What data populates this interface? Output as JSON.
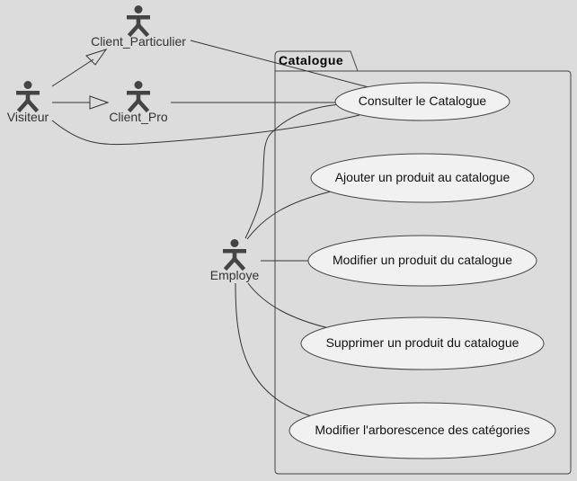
{
  "package": {
    "name": "Catalogue"
  },
  "actors": {
    "visiteur": "Visiteur",
    "client_particulier": "Client_Particulier",
    "client_pro": "Client_Pro",
    "employe": "Employe"
  },
  "usecases": {
    "consulter": "Consulter le Catalogue",
    "ajouter": "Ajouter un produit au catalogue",
    "modifier": "Modifier un produit du catalogue",
    "supprimer": "Supprimer un produit du catalogue",
    "arborescence": "Modifier l'arborescence des catégories"
  },
  "colors": {
    "background": "#dcdcdc",
    "actor": "#444444",
    "usecase_fill": "#f1f1f1",
    "line": "#333333"
  }
}
